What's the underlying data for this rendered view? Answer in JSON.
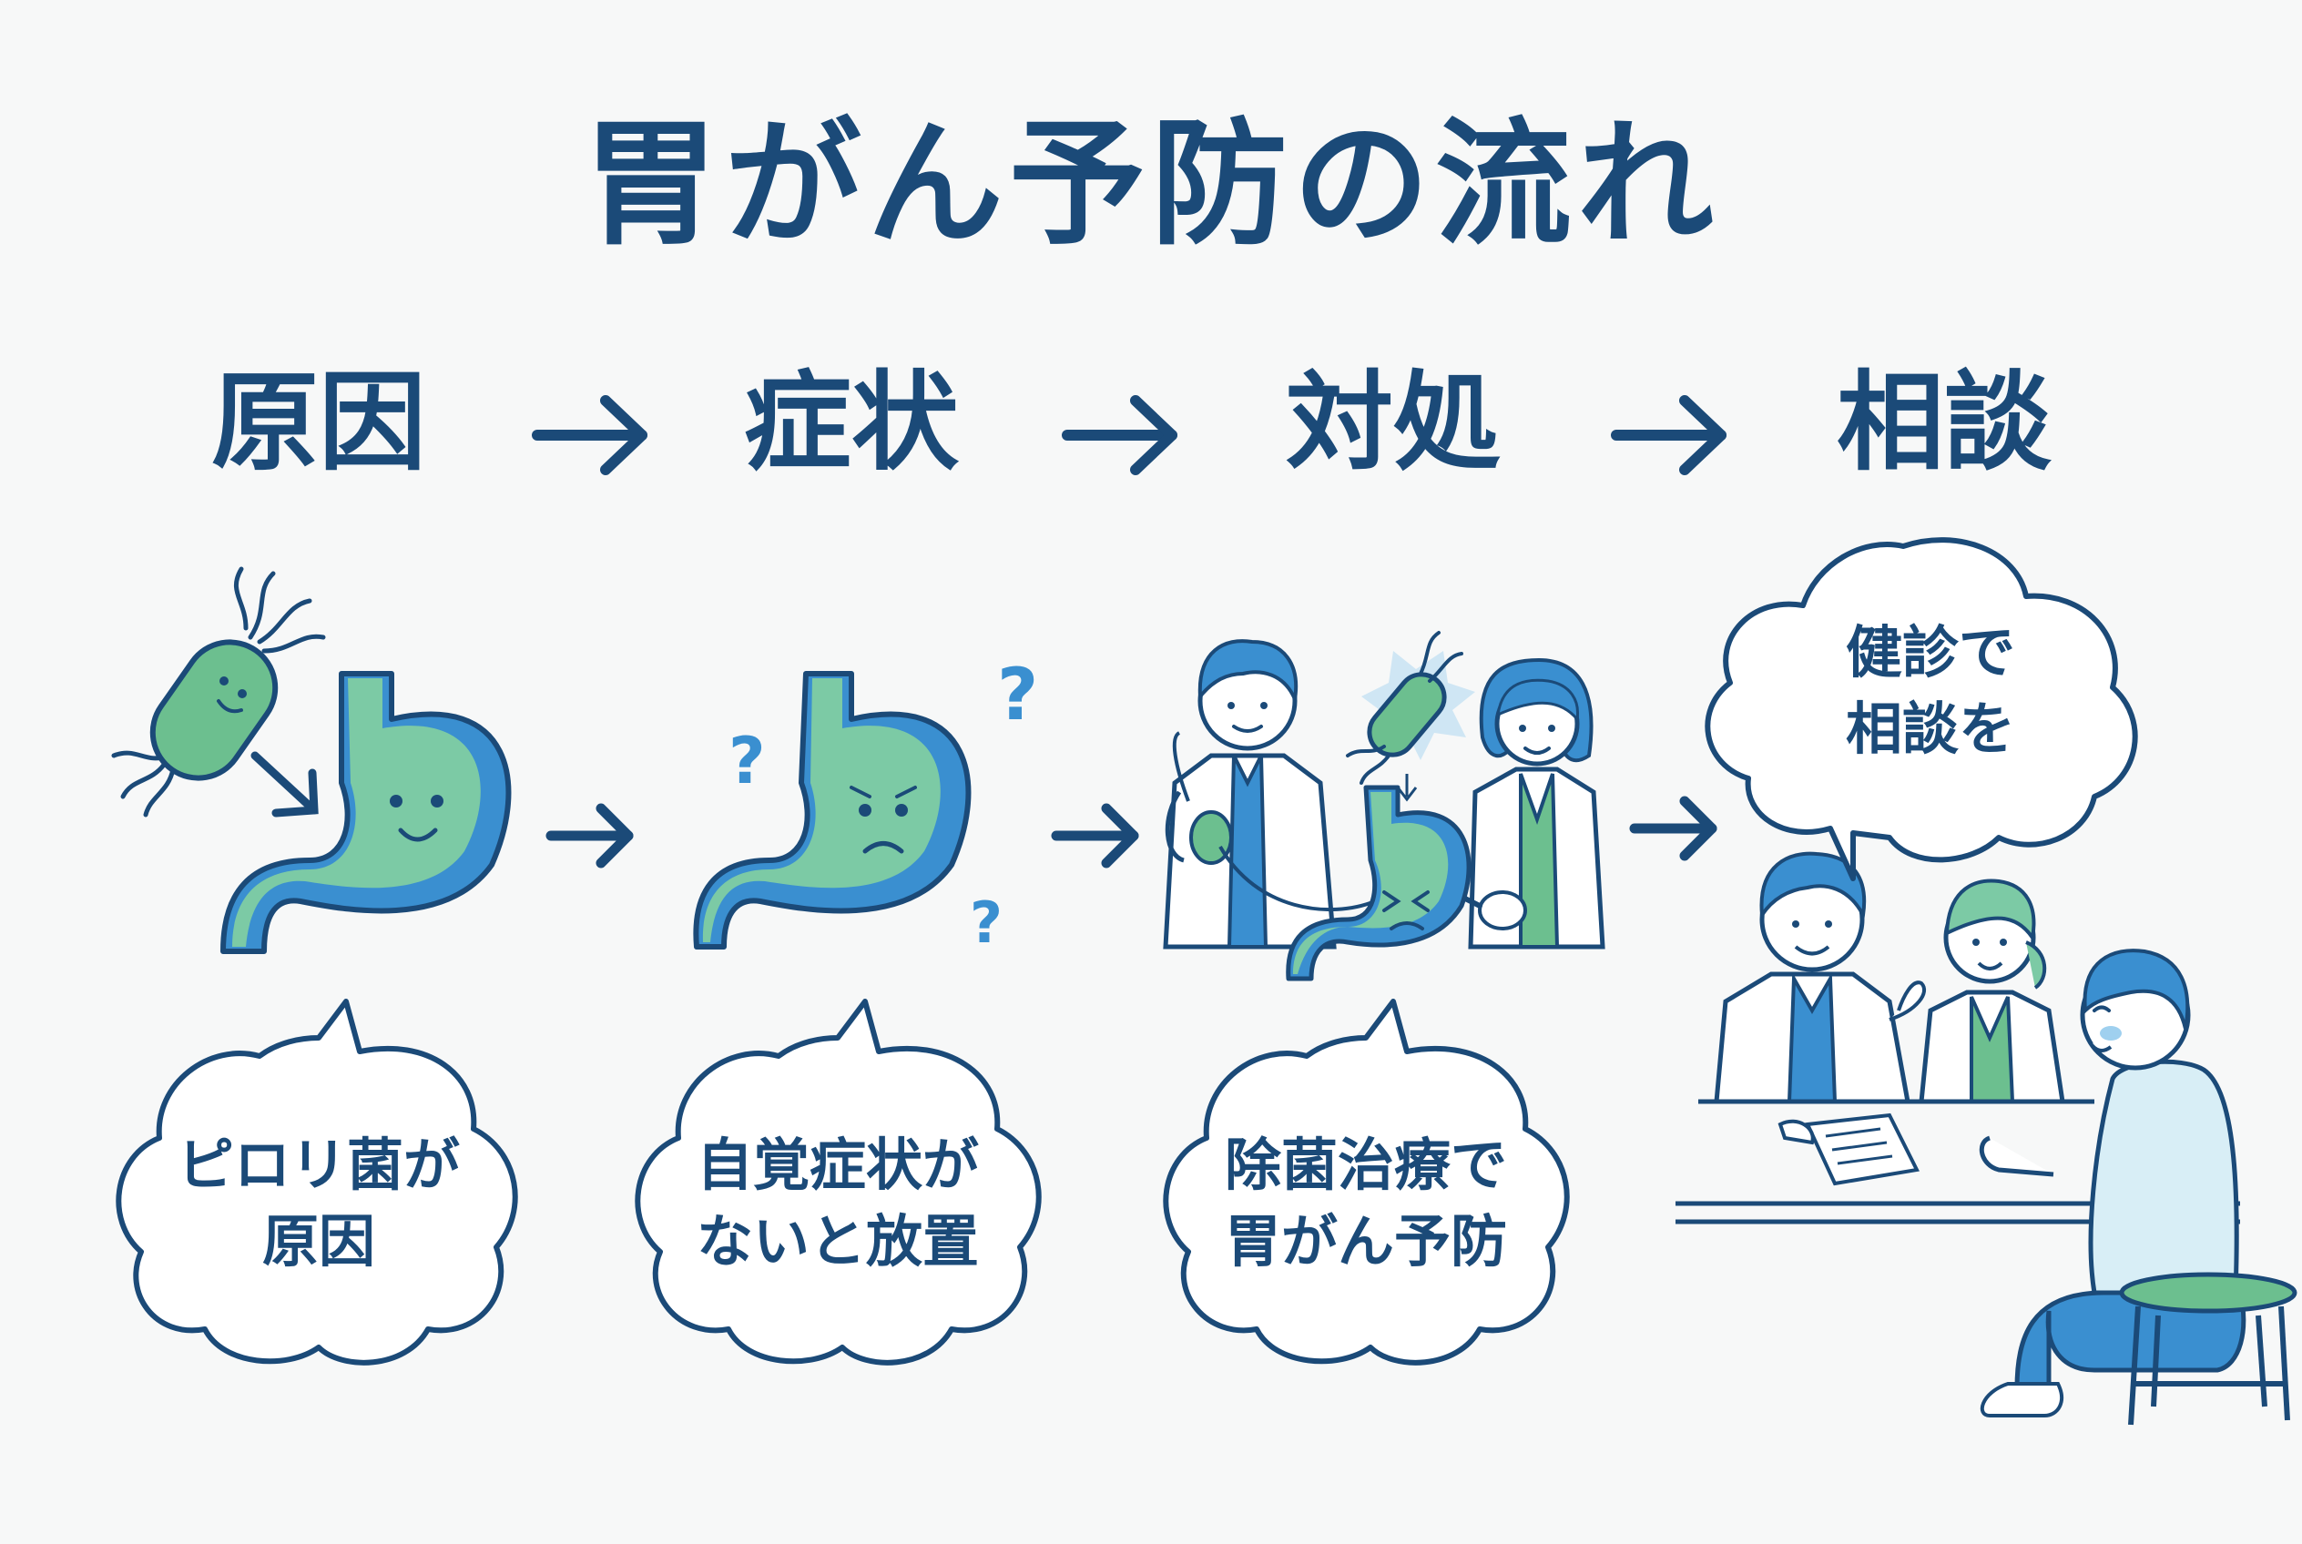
{
  "title": "胃がん予防の流れ",
  "steps": [
    "原因",
    "症状",
    "対処",
    "相談"
  ],
  "bubbles": {
    "cause": [
      "ピロリ菌が",
      "原因"
    ],
    "symptom": [
      "自覚症状が",
      "ないと放置"
    ],
    "treatment": [
      "除菌治療で",
      "胃がん予防"
    ],
    "consult": [
      "健診で",
      "相談を"
    ]
  },
  "icons": {
    "question_mark": "?"
  },
  "colors": {
    "navy": "#1b4a78",
    "stomach_green": "#7ccaa5",
    "stomach_blue": "#3a8fd0",
    "bacteria_green": "#6cbf8f",
    "background": "#f7f8f8"
  }
}
